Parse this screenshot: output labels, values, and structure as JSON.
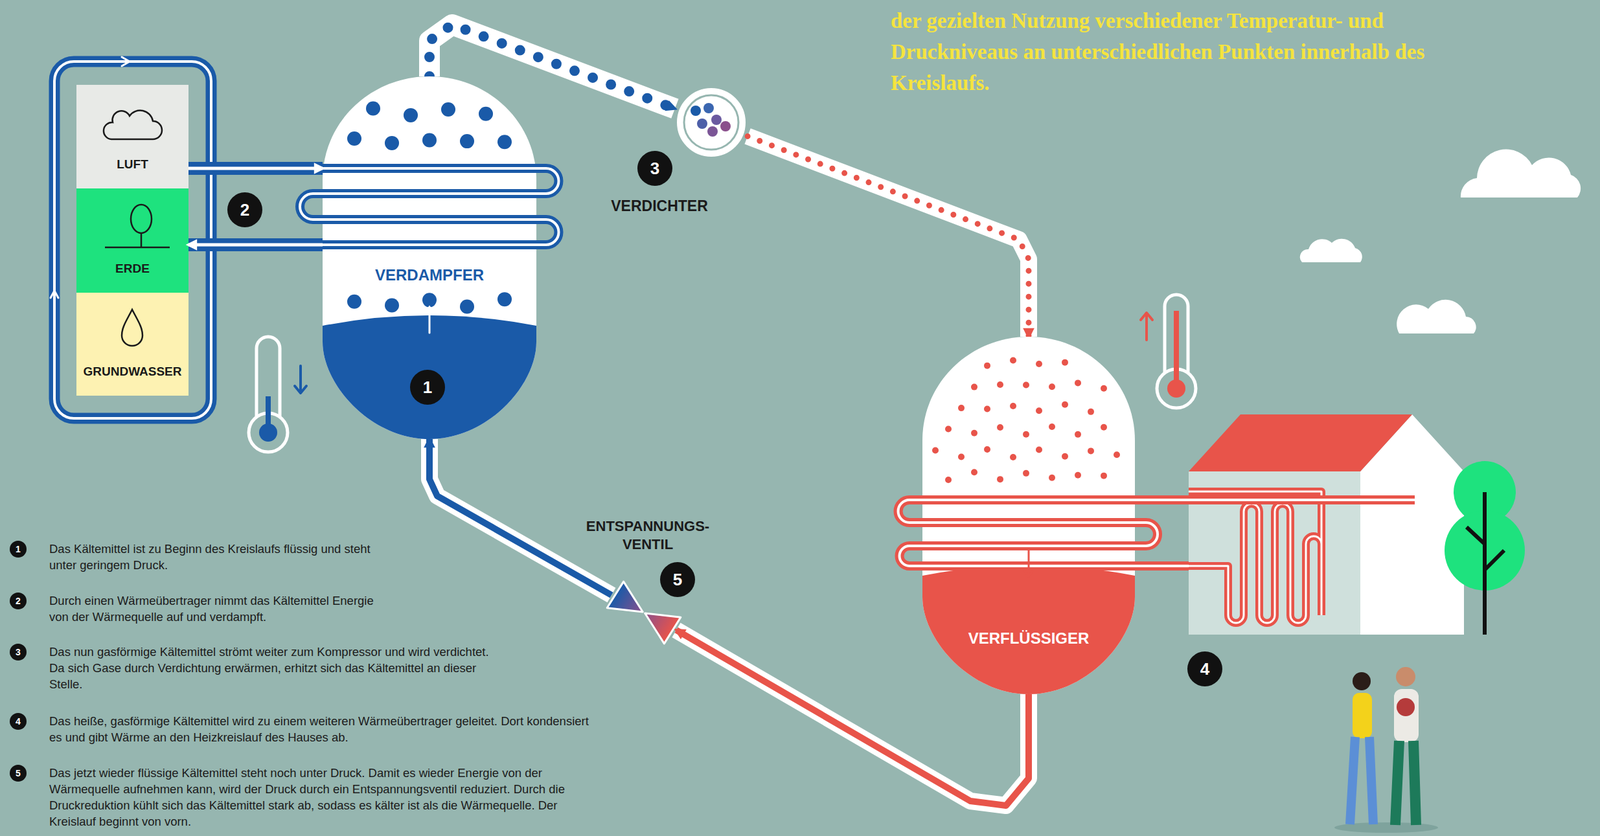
{
  "diagram": {
    "nodes": [
      {
        "text": [
          "LUFT"
        ]
      },
      {
        "text": [
          "ERDE"
        ]
      },
      {
        "text": [
          "GRUNDWASSER"
        ]
      },
      {
        "text": [
          "VERDAMPFER"
        ]
      },
      {
        "text": [
          "VERDICHTER"
        ]
      },
      {
        "text": [
          "VERFLÜSSIGER"
        ]
      },
      {
        "text": [
          "ENTSPANNUNGS- VENTIL"
        ]
      }
    ],
    "edges": [
      {
        "from": 0,
        "to": 3,
        "arrow": "to"
      },
      {
        "from": 3,
        "to": 1,
        "arrow": "to"
      },
      {
        "from": 3,
        "to": 4,
        "arrow": "to"
      },
      {
        "from": 4,
        "to": 5,
        "arrow": "to"
      },
      {
        "from": 5,
        "to": 6,
        "arrow": "to"
      },
      {
        "from": 6,
        "to": 3,
        "arrow": "to"
      }
    ],
    "labels": [
      "der gezielten Nutzung verschiedener Temperatur- und Druckniveaus an unterschiedlichen Punkten innerhalb des Kreislaufs.",
      "1",
      "2",
      "3",
      "4",
      "5",
      "1",
      "Das Kältemittel ist zu Beginn des Kreislaufs flüssig und steht unter geringem Druck.",
      "2",
      "Durch einen Wärmeübertrager nimmt das Kältemittel Energie von der Wärmequelle auf und verdampft.",
      "3",
      "Das nun gasförmige Kältemittel strömt weiter zum Kompressor und wird verdichtet. Da sich Gase durch Verdichtung erwärmen, erhitzt sich das Kältemittel an dieser Stelle.",
      "4",
      "Das heiße, gasförmige Kältemittel wird zu einem weiteren Wärmeübertrager geleitet. Dort kondensiert es und gibt Wärme an den Heizkreislauf des Hauses ab.",
      "5",
      "Das jetzt wieder flüssige Kältemittel steht noch unter Druck. Damit es wieder Energie von der Wärmequelle aufnehmen kann, wird der Druck durch ein Entspannungsventil reduziert. Durch die Druckreduktion kühlt sich das Kältemittel stark ab, sodass es kälter ist als die Wärmequelle. Der Kreislauf beginnt von vorn."
    ]
  }
}
